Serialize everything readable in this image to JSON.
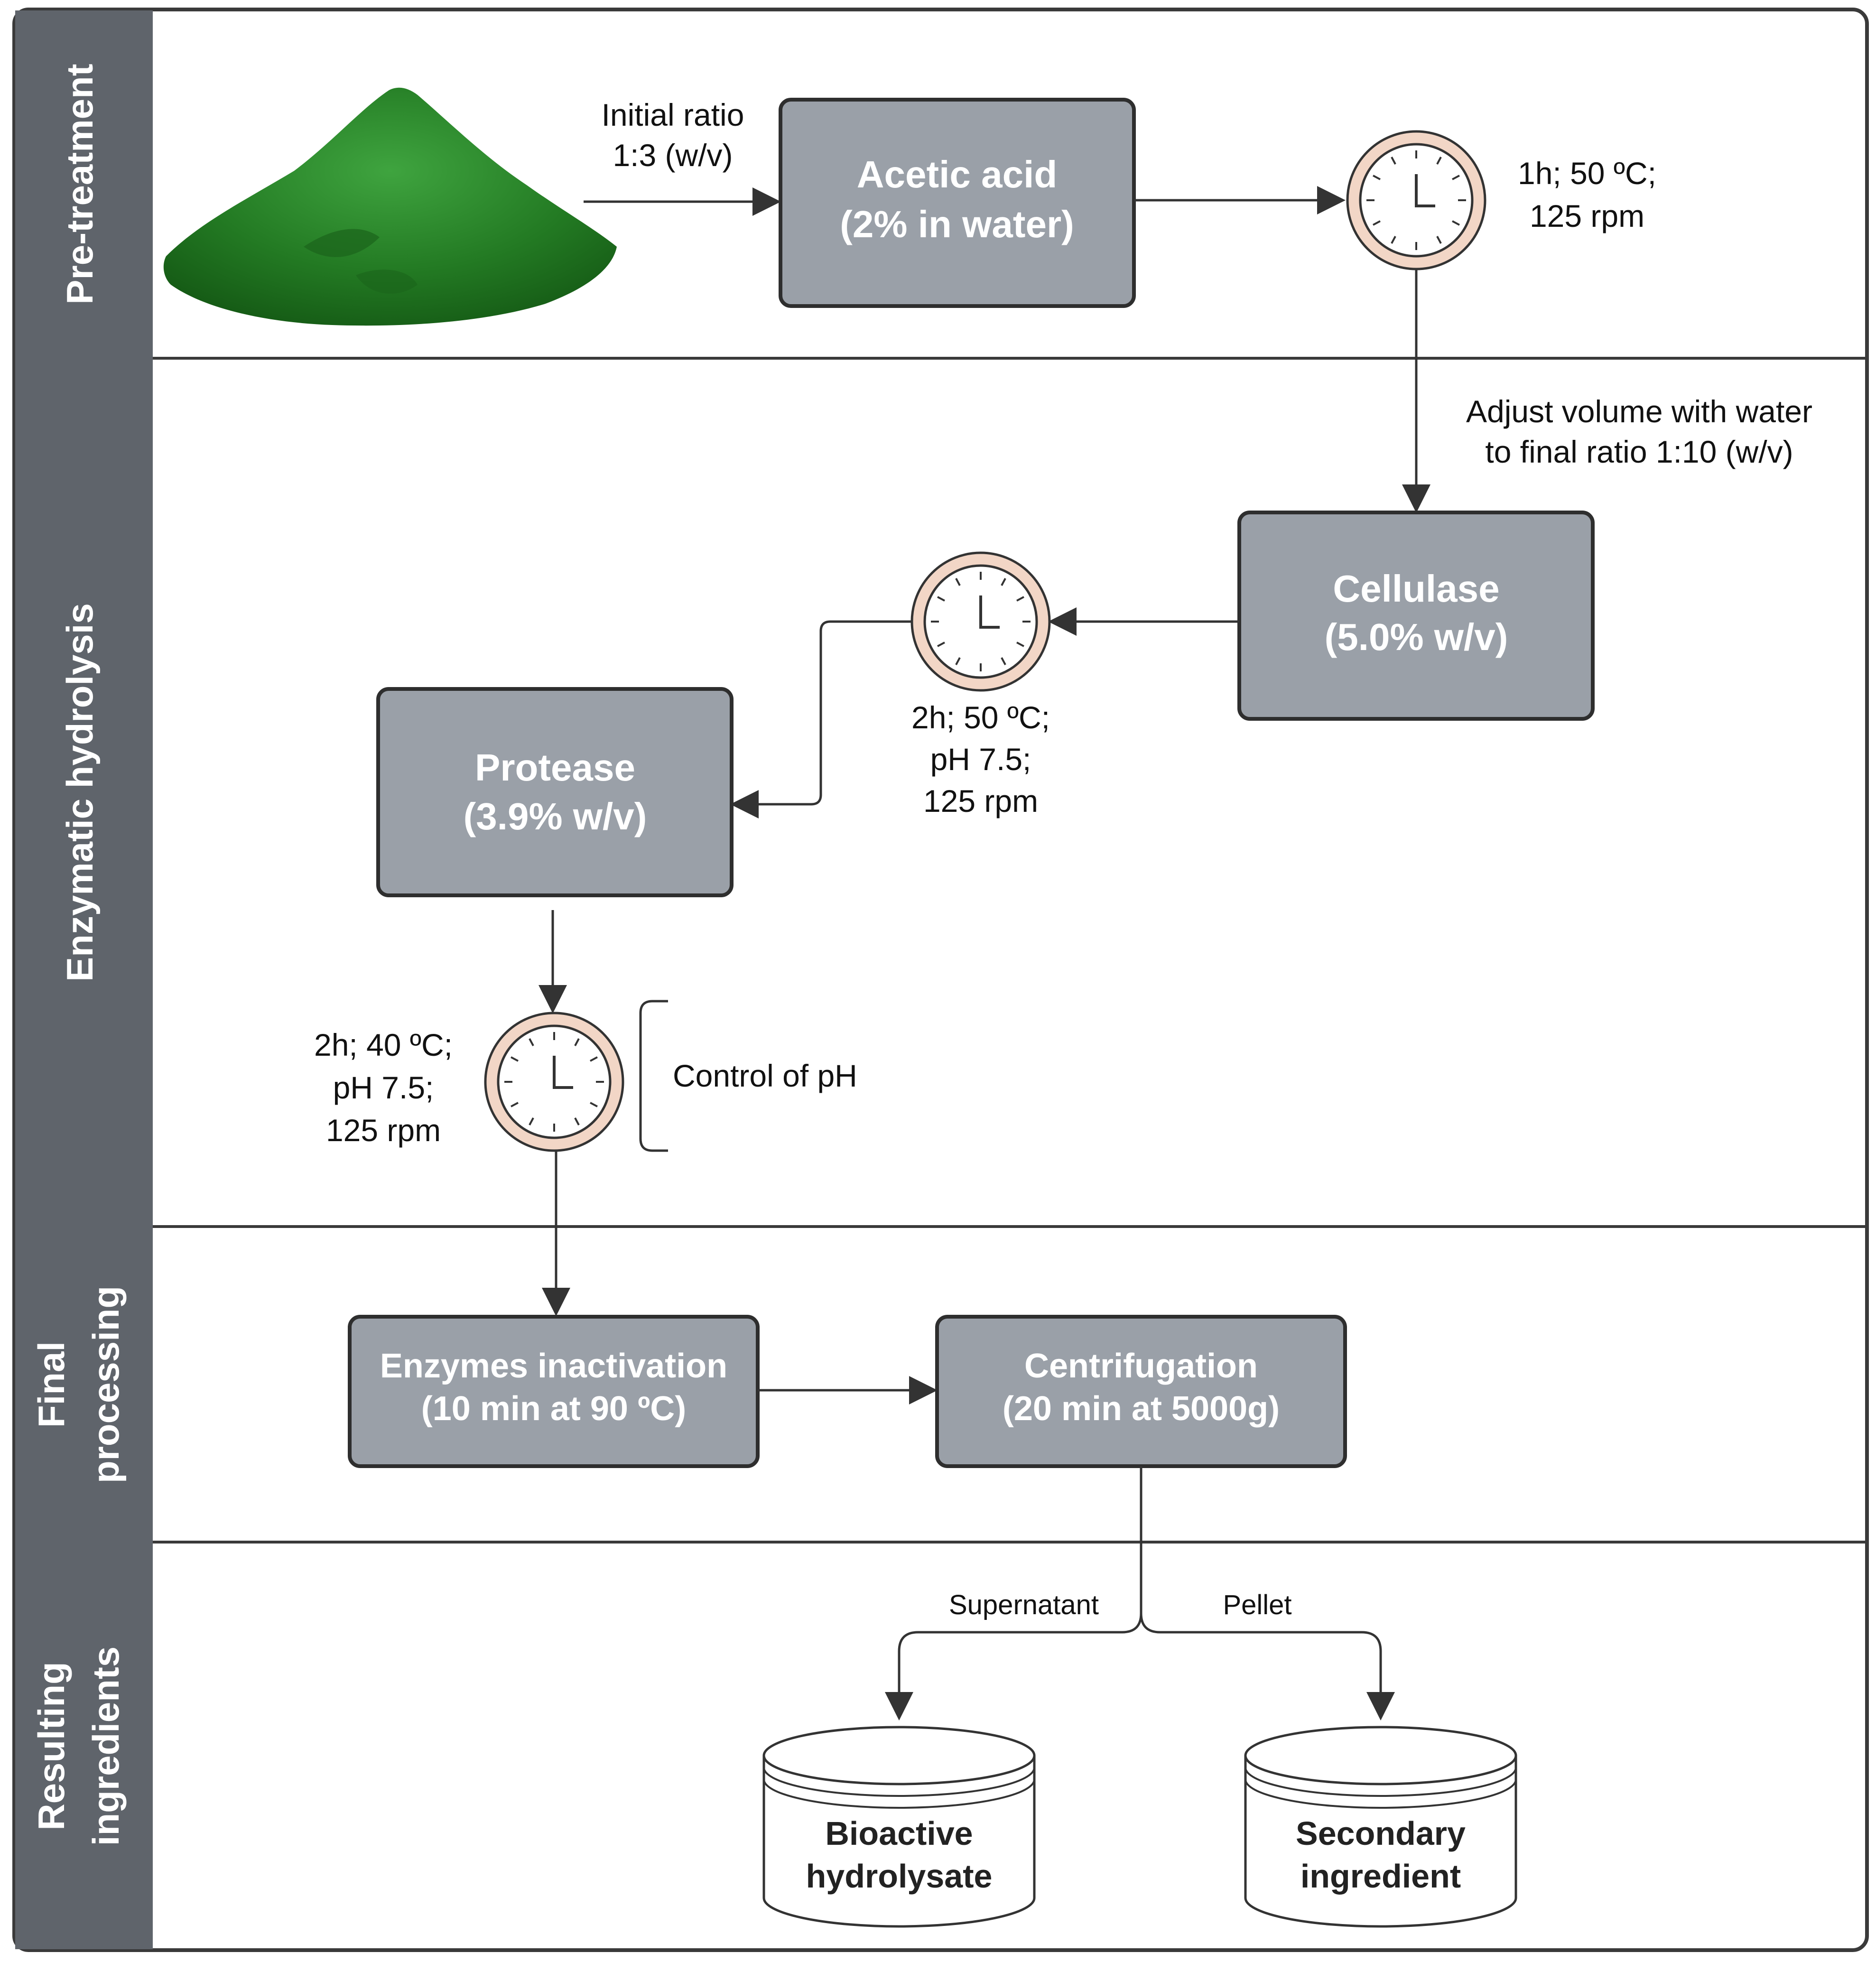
{
  "lanes": [
    {
      "title": "Pre-treatment"
    },
    {
      "title": "Enzymatic hydrolysis"
    },
    {
      "title_line1": "Final",
      "title_line2": "processing"
    },
    {
      "title_line1": "Resulting",
      "title_line2": "ingredients"
    }
  ],
  "boxes": {
    "acetic_acid": {
      "line1": "Acetic acid",
      "line2": "(2% in water)"
    },
    "cellulase": {
      "line1": "Cellulase",
      "line2": "(5.0% w/v)"
    },
    "protease": {
      "line1": "Protease",
      "line2": "(3.9% w/v)"
    },
    "inactivation": {
      "line1": "Enzymes inactivation",
      "line2": "(10 min at 90 ºC)"
    },
    "centrifugation": {
      "line1": "Centrifugation",
      "line2": "(20 min at 5000g)"
    }
  },
  "labels": {
    "initial_ratio": {
      "line1": "Initial ratio",
      "line2": "1:3 (w/v)"
    },
    "pretreat_conditions": {
      "line1": "1h; 50 ºC;",
      "line2": "125 rpm"
    },
    "adjust_volume": {
      "line1": "Adjust volume with water",
      "line2": "to final ratio 1:10 (w/v)"
    },
    "cellulase_conditions": {
      "line1": "2h; 50 ºC;",
      "line2": "pH 7.5;",
      "line3": "125 rpm"
    },
    "protease_conditions": {
      "line1": "2h; 40 ºC;",
      "line2": "pH 7.5;",
      "line3": "125 rpm"
    },
    "control_ph": "Control of pH",
    "supernatant": "Supernatant",
    "pellet": "Pellet"
  },
  "outputs": {
    "bioactive": {
      "line1": "Bioactive",
      "line2": "hydrolysate"
    },
    "secondary": {
      "line1": "Secondary",
      "line2": "ingredient"
    }
  },
  "colors": {
    "lane_header": "#5f646b",
    "box_fill": "#9aa0a8",
    "timer_ring": "#f2d6c6",
    "powder": "#2e8b2e"
  },
  "icons": [
    "green-powder-pile",
    "timer-icon",
    "storage-drum-icon"
  ]
}
